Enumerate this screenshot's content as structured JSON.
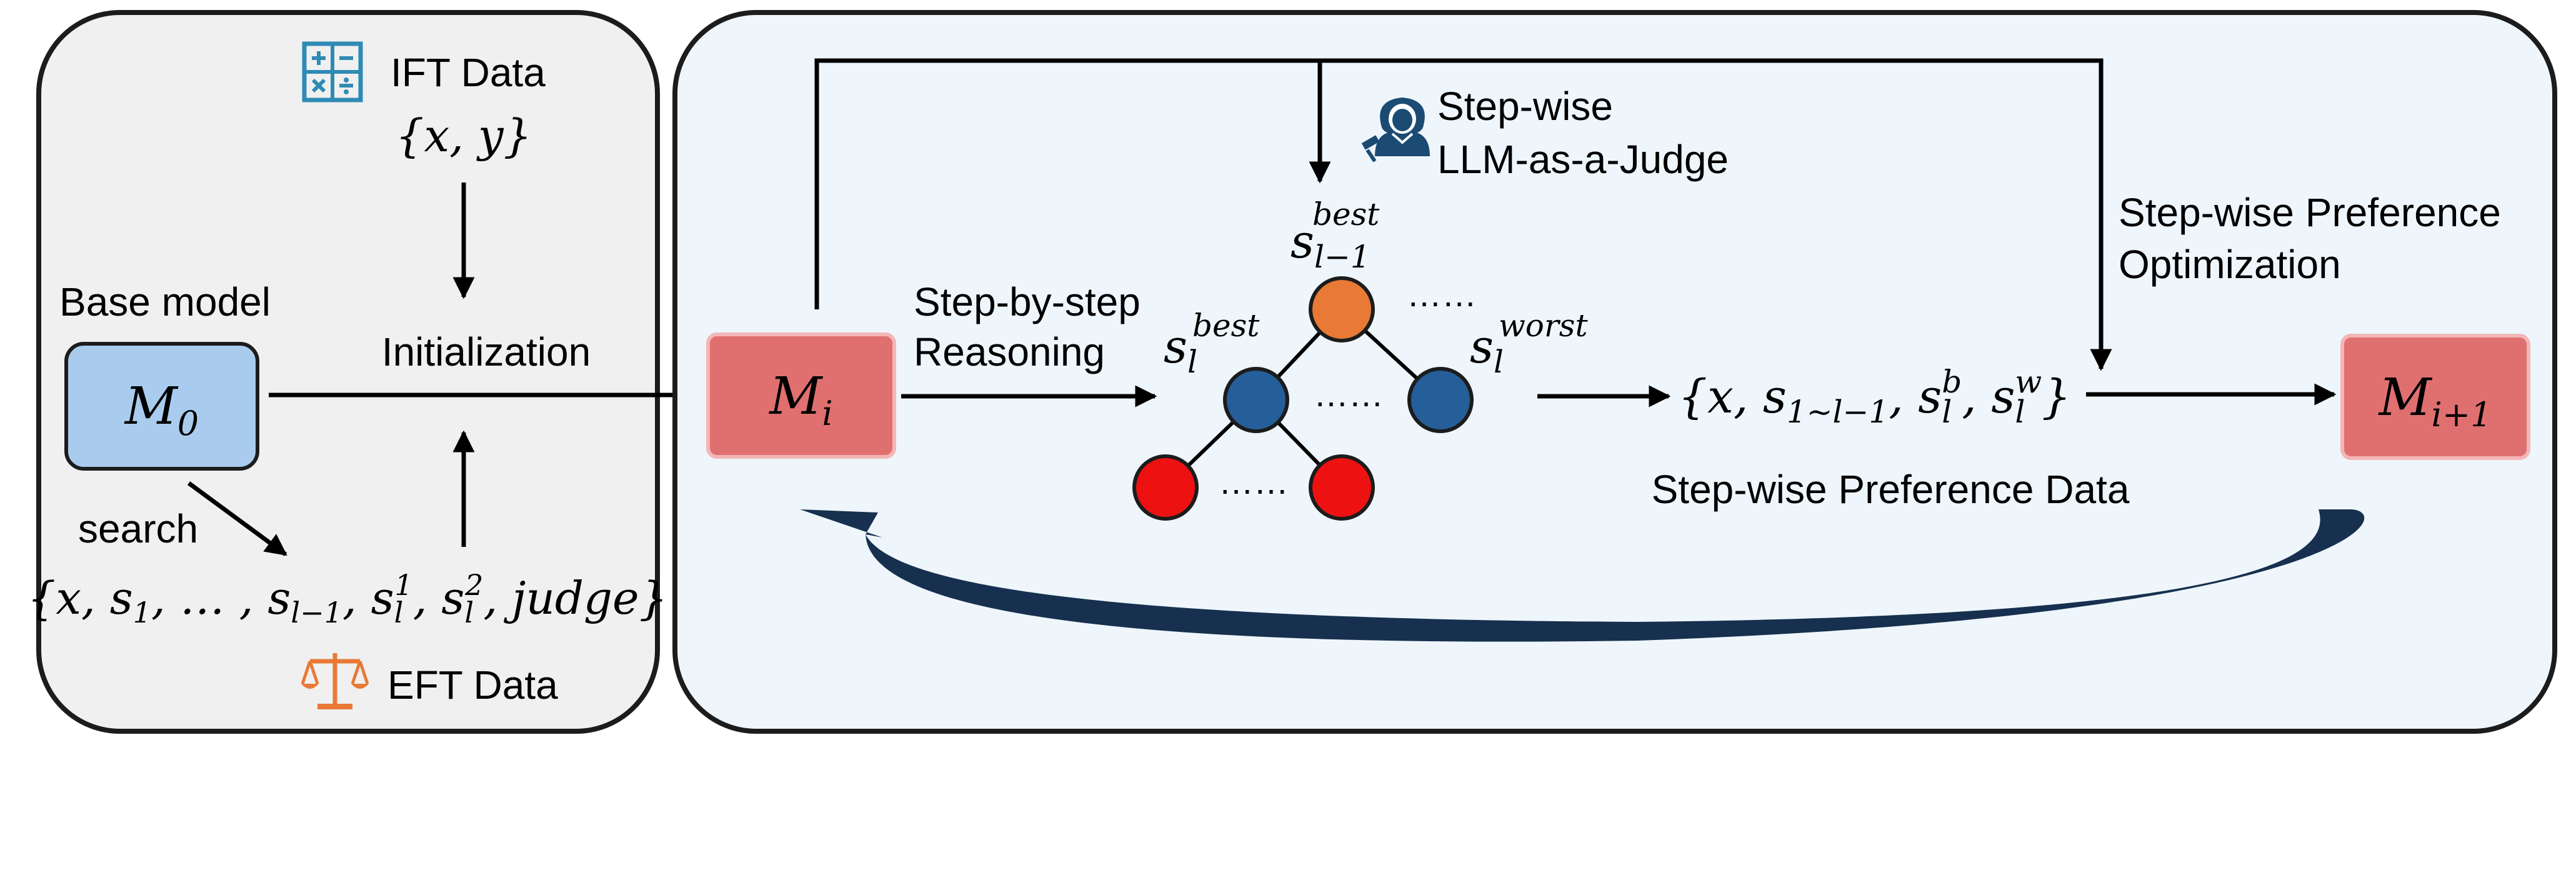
{
  "left_panel": {
    "ift_title": "IFT Data",
    "ift_set": "{x, y}",
    "base_model_label": "Base model",
    "base_model": {
      "sym": "M",
      "sub": "0"
    },
    "init_label": "Initialization",
    "search_label": "search",
    "eft_set": {
      "a": "{x, s",
      "a_sub": "1",
      "b": ", … , s",
      "b_sub": "l−1",
      "c": ", s",
      "c_sub": "l",
      "c_sup": "1",
      "d": ", s",
      "d_sub": "l",
      "d_sup": "2",
      "e": ", judge}"
    },
    "eft_title": "EFT Data"
  },
  "right_panel": {
    "model_i": {
      "sym": "M",
      "sub": "i"
    },
    "model_next": {
      "sym": "M",
      "sub": "i+1"
    },
    "judge_line1": "Step-wise",
    "judge_line2": "LLM-as-a-Judge",
    "reasoning_line1": "Step-by-step",
    "reasoning_line2": "Reasoning",
    "opt_line1": "Step-wise Preference",
    "opt_line2": "Optimization",
    "pref_data_label": "Step-wise Preference Data",
    "tree": {
      "top_sym": "s",
      "top_sub": "l−1",
      "top_sup": "best",
      "left_sym": "s",
      "left_sub": "l",
      "left_sup": "best",
      "right_sym": "s",
      "right_sub": "l",
      "right_sup": "worst",
      "dots": "……"
    },
    "pref_set": {
      "a": "{x, s",
      "a_sub": "1~l−1",
      "b": ", s",
      "b_sub": "l",
      "b_sup": "b",
      "c": ", s",
      "c_sub": "l",
      "c_sup": "w",
      "d": "}"
    }
  },
  "colors": {
    "left_panel_bg": "#f0f0f0",
    "right_panel_bg": "#eef6fc",
    "base_model_fill": "#a9ccee",
    "model_fill": "#e07070",
    "node_orange": "#e87a36",
    "node_blue": "#245f9a",
    "node_red": "#ee1111",
    "feedback_arrow": "#17304f",
    "icon_teal": "#2f8bb5",
    "icon_orange": "#e87a36",
    "judge_icon": "#1b4b73"
  }
}
